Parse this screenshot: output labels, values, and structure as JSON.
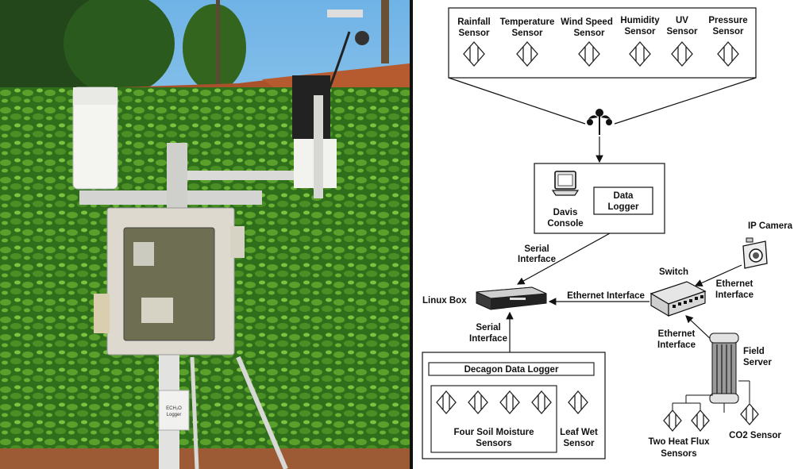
{
  "photo": {
    "logger_label_line1": "ECH₂O",
    "logger_label_line2": "Logger"
  },
  "diagram": {
    "sensors": [
      {
        "line1": "Rainfall",
        "line2": "Sensor"
      },
      {
        "line1": "Temperature",
        "line2": "Sensor"
      },
      {
        "line1": "Wind Speed",
        "line2": "Sensor"
      },
      {
        "line1": "Humidity",
        "line2": "Sensor"
      },
      {
        "line1": "UV",
        "line2": "Sensor"
      },
      {
        "line1": "Pressure",
        "line2": "Sensor"
      }
    ],
    "data_logger_line1": "Data",
    "data_logger_line2": "Logger",
    "davis_line1": "Davis",
    "davis_line2": "Console",
    "serial_interface_top_line1": "Serial",
    "serial_interface_top_line2": "Interface",
    "linux_box": "Linux Box",
    "ethernet_interface_main": "Ethernet Interface",
    "switch": "Switch",
    "ip_camera": "IP Camera",
    "ethernet_interface_camera_line1": "Ethernet",
    "ethernet_interface_camera_line2": "Interface",
    "ethernet_interface_field_line1": "Ethernet",
    "ethernet_interface_field_line2": "Interface",
    "field_server_line1": "Field",
    "field_server_line2": "Server",
    "serial_interface_bottom_line1": "Serial",
    "serial_interface_bottom_line2": "Interface",
    "decagon_logger": "Decagon Data Logger",
    "soil_moisture_line1": "Four Soil Moisture",
    "soil_moisture_line2": "Sensors",
    "leaf_wet_line1": "Leaf Wet",
    "leaf_wet_line2": "Sensor",
    "heat_flux_line1": "Two Heat Flux",
    "heat_flux_line2": "Sensors",
    "co2_sensor": "CO2 Sensor"
  }
}
